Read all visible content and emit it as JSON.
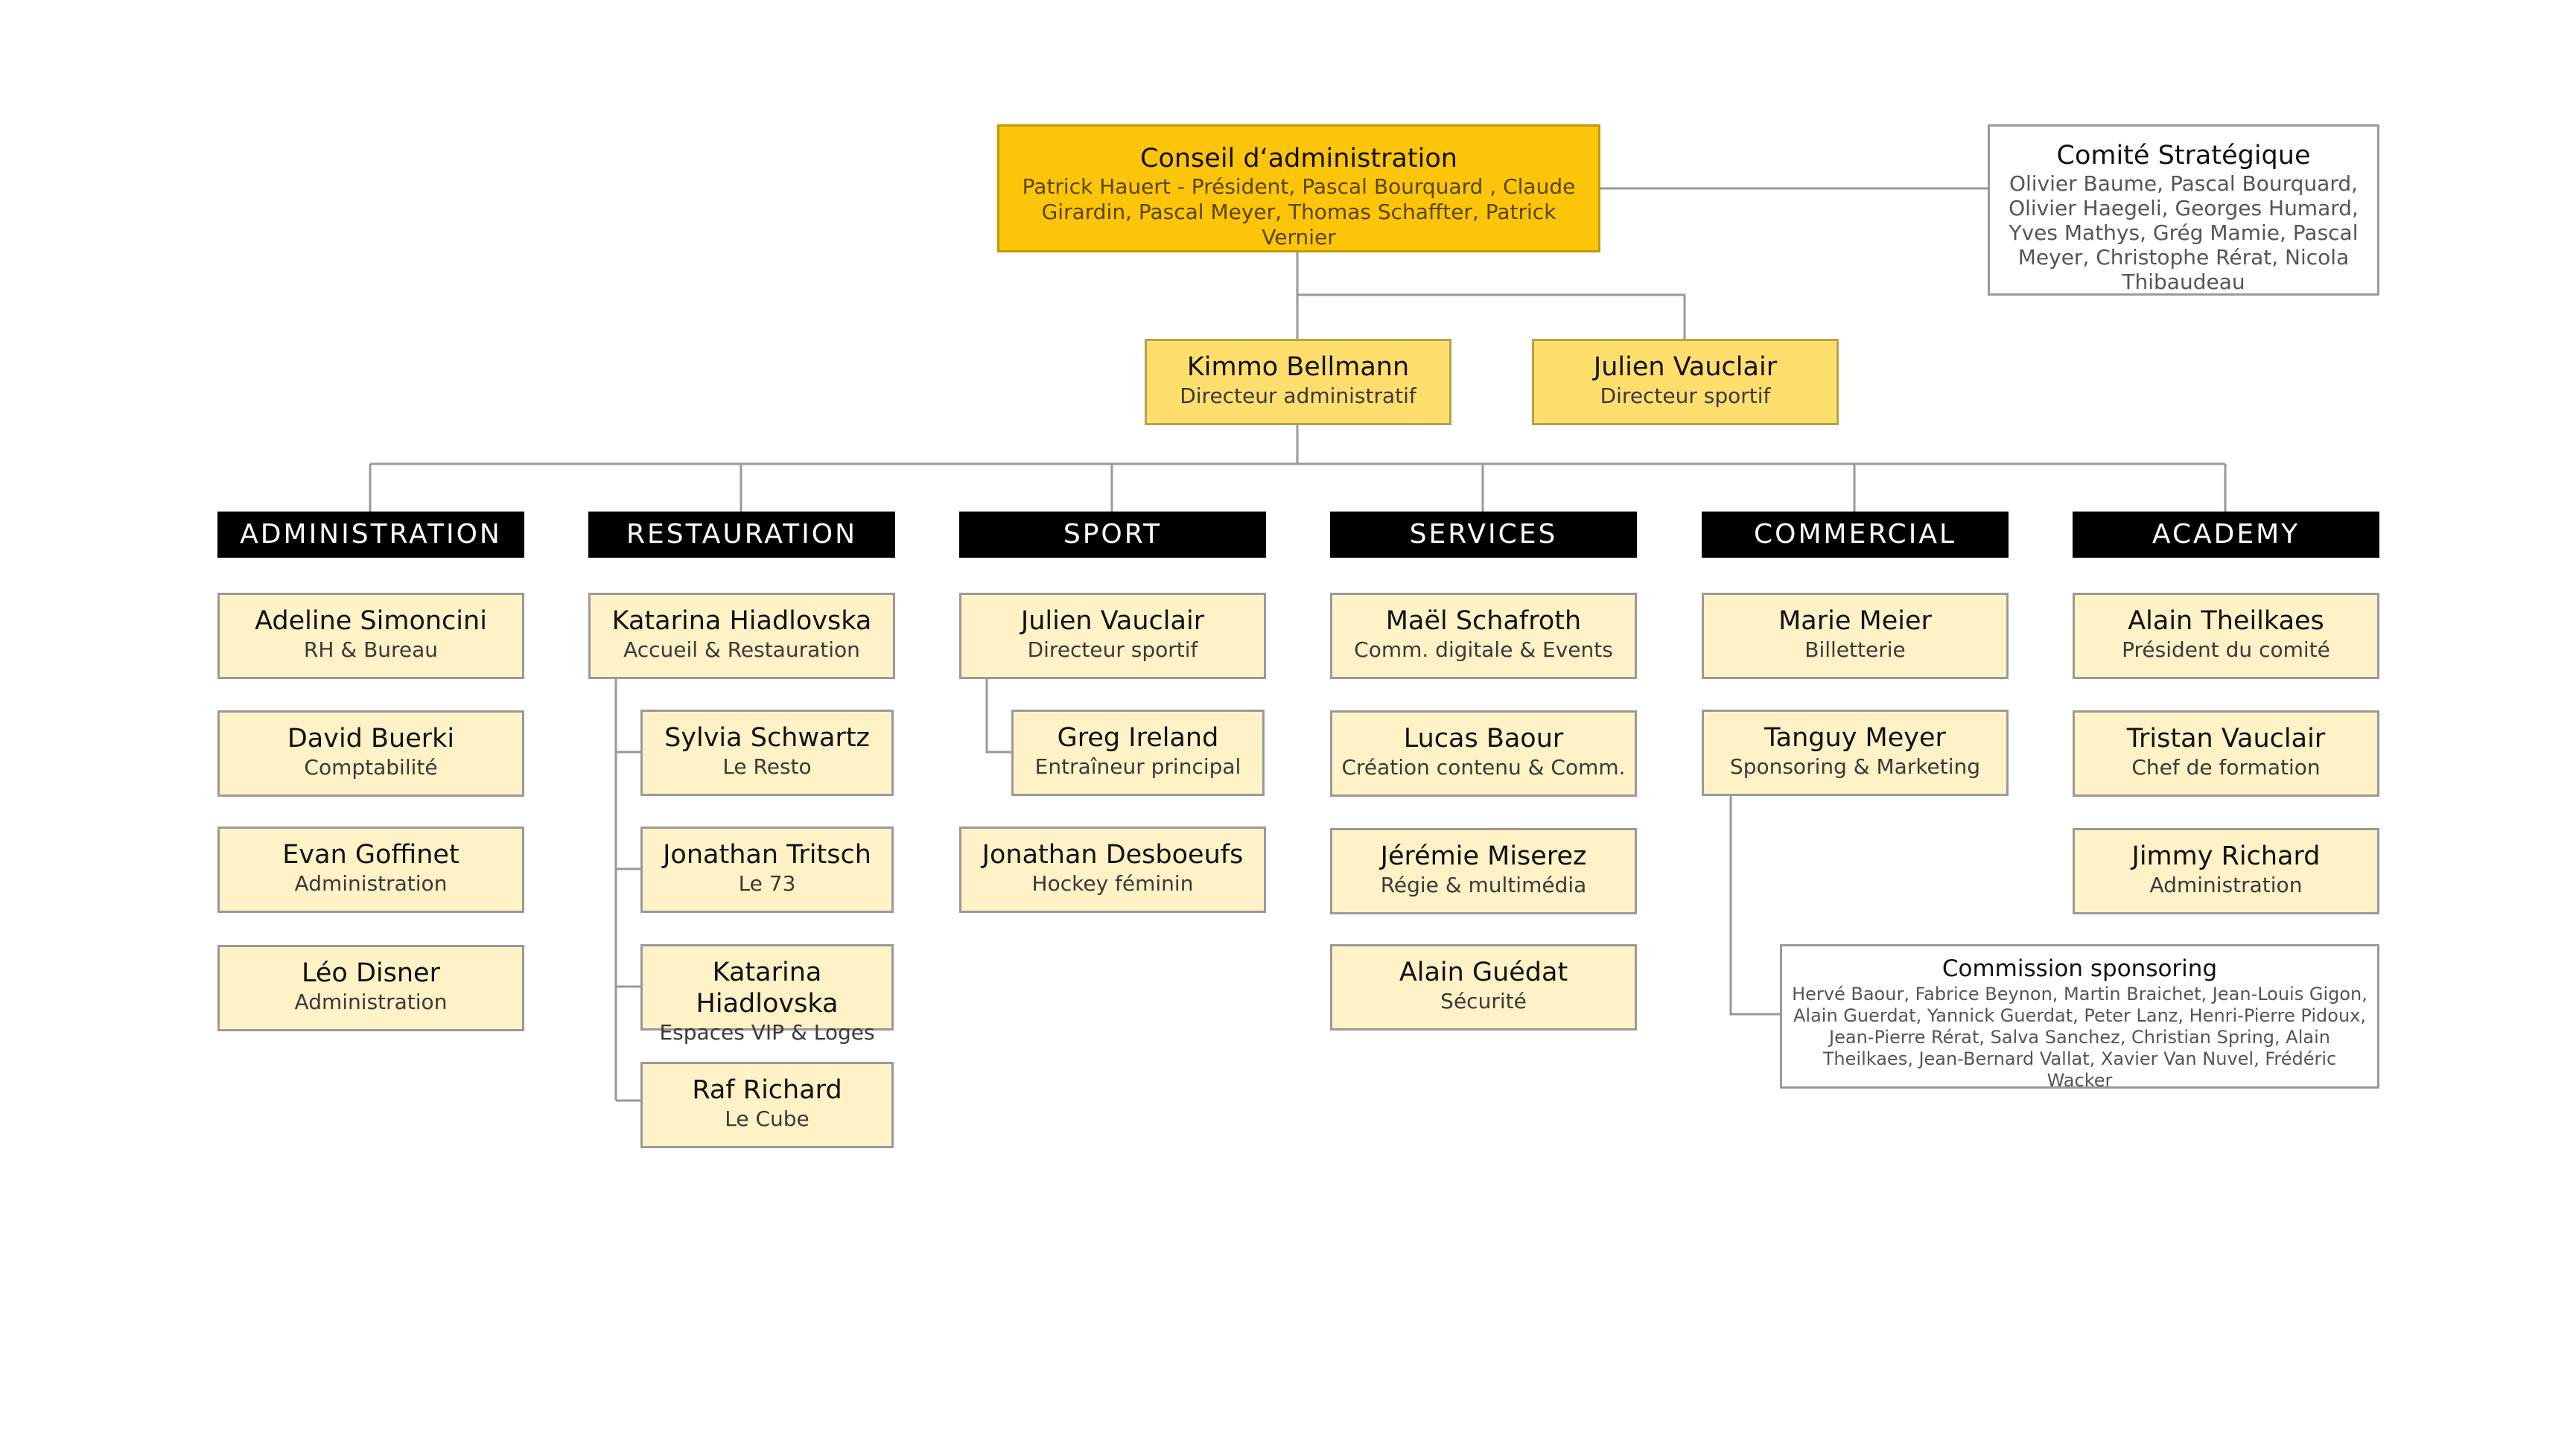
{
  "board": {
    "title": "Conseil d‘administration",
    "members": "Patrick Hauert - Président, Pascal Bourquard , Claude Girardin, Pascal Meyer, Thomas Schaffter, Patrick Vernier"
  },
  "comite": {
    "title": "Comité Stratégique",
    "members": "Olivier Baume, Pascal Bourquard, Olivier Haegeli, Georges Humard, Yves Mathys, Grég Mamie, Pascal Meyer, Christophe Rérat, Nicola Thibaudeau"
  },
  "directors": [
    {
      "name": "Kimmo Bellmann",
      "role": "Directeur administratif"
    },
    {
      "name": "Julien Vauclair",
      "role": "Directeur sportif"
    }
  ],
  "departments": [
    {
      "label": "ADMINISTRATION",
      "people": [
        {
          "name": "Adeline Simoncini",
          "role": "RH & Bureau"
        },
        {
          "name": "David Buerki",
          "role": "Comptabilité"
        },
        {
          "name": "Evan Goffinet",
          "role": "Administration"
        },
        {
          "name": "Léo Disner",
          "role": "Administration"
        }
      ]
    },
    {
      "label": "RESTAURATION",
      "people": [
        {
          "name": "Katarina Hiadlovska",
          "role": "Accueil & Restauration"
        },
        {
          "name": "Sylvia Schwartz",
          "role": "Le Resto"
        },
        {
          "name": "Jonathan Tritsch",
          "role": "Le 73"
        },
        {
          "name": "Katarina Hiadlovska",
          "role": "Espaces VIP & Loges"
        },
        {
          "name": "Raf Richard",
          "role": "Le Cube"
        }
      ]
    },
    {
      "label": "SPORT",
      "people": [
        {
          "name": "Julien Vauclair",
          "role": "Directeur sportif"
        },
        {
          "name": "Greg Ireland",
          "role": "Entraîneur principal"
        },
        {
          "name": "Jonathan Desboeufs",
          "role": "Hockey féminin"
        }
      ]
    },
    {
      "label": "SERVICES",
      "people": [
        {
          "name": "Maël Schafroth",
          "role": "Comm. digitale & Events"
        },
        {
          "name": "Lucas Baour",
          "role": "Création contenu & Comm."
        },
        {
          "name": "Jérémie Miserez",
          "role": "Régie & multimédia"
        },
        {
          "name": "Alain Guédat",
          "role": "Sécurité"
        }
      ]
    },
    {
      "label": "COMMERCIAL",
      "people": [
        {
          "name": "Marie Meier",
          "role": "Billetterie"
        },
        {
          "name": "Tanguy Meyer",
          "role": "Sponsoring & Marketing"
        }
      ]
    },
    {
      "label": "ACADEMY",
      "people": [
        {
          "name": "Alain Theilkaes",
          "role": "Président du comité"
        },
        {
          "name": "Tristan Vauclair",
          "role": "Chef de formation"
        },
        {
          "name": "Jimmy Richard",
          "role": "Administration"
        }
      ]
    }
  ],
  "commission": {
    "title": "Commission sponsoring",
    "members": "Hervé Baour, Fabrice Beynon, Martin Braichet, Jean-Louis Gigon, Alain Guerdat, Yannick Guerdat, Peter Lanz, Henri-Pierre Pidoux, Jean-Pierre Rérat, Salva Sanchez, Christian Spring, Alain Theilkaes, Jean-Bernard Vallat, Xavier Van Nuvel, Frédéric Wacker"
  },
  "colors": {
    "board": "#fdc50a",
    "director": "#fedf6e",
    "card": "#fff2c6",
    "department_header": "#000000",
    "connector": "#9a9a9a"
  }
}
